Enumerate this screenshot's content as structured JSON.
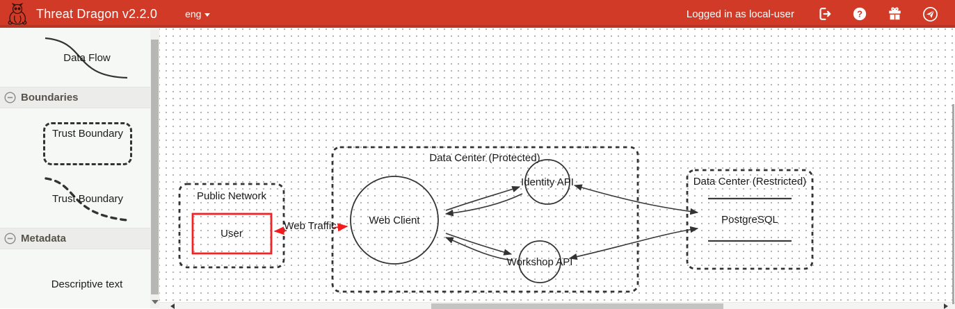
{
  "header": {
    "title": "Threat Dragon v2.2.0",
    "language_selector": "eng",
    "login_status": "Logged in as local-user",
    "bg_color": "#d13a27",
    "icons": [
      "dragon-logo",
      "sign-out",
      "question-circle",
      "gift",
      "paper-plane-circle"
    ]
  },
  "sidebar": {
    "stencils": {
      "data_flow": "Data Flow",
      "trust_boundary_box": "Trust Boundary",
      "trust_boundary_curve": "Trust Boundary",
      "descriptive_text": "Descriptive text"
    },
    "sections": {
      "boundaries": "Boundaries",
      "metadata": "Metadata"
    }
  },
  "diagram": {
    "boundaries": [
      {
        "label": "Public Network"
      },
      {
        "label": "Data Center (Protected)"
      },
      {
        "label": "Data Center (Restricted)"
      }
    ],
    "nodes": [
      {
        "label": "User",
        "type": "actor",
        "stroke": "#f52222"
      },
      {
        "label": "Web Client",
        "type": "process"
      },
      {
        "label": "Identity API",
        "type": "process"
      },
      {
        "label": "Workshop API",
        "type": "process"
      },
      {
        "label": "PostgreSQL",
        "type": "store"
      }
    ],
    "flows": [
      {
        "label": "Web Traffic",
        "from": "User",
        "to": "Web Client",
        "color": "#f31b1b",
        "bidirectional": true
      },
      {
        "label": "",
        "from": "Web Client",
        "to": "Identity API"
      },
      {
        "label": "",
        "from": "Identity API",
        "to": "Web Client"
      },
      {
        "label": "",
        "from": "Web Client",
        "to": "Workshop API"
      },
      {
        "label": "",
        "from": "Workshop API",
        "to": "Web Client"
      },
      {
        "label": "",
        "from": "Identity API",
        "to": "PostgreSQL",
        "bidirectional": true
      },
      {
        "label": "",
        "from": "Workshop API",
        "to": "PostgreSQL",
        "bidirectional": true
      }
    ]
  },
  "colors": {
    "stroke": "#333333",
    "highlight_red": "#f31b1b",
    "sidebar_bg": "#f5f8f4",
    "section_header_bg": "#ececea"
  }
}
